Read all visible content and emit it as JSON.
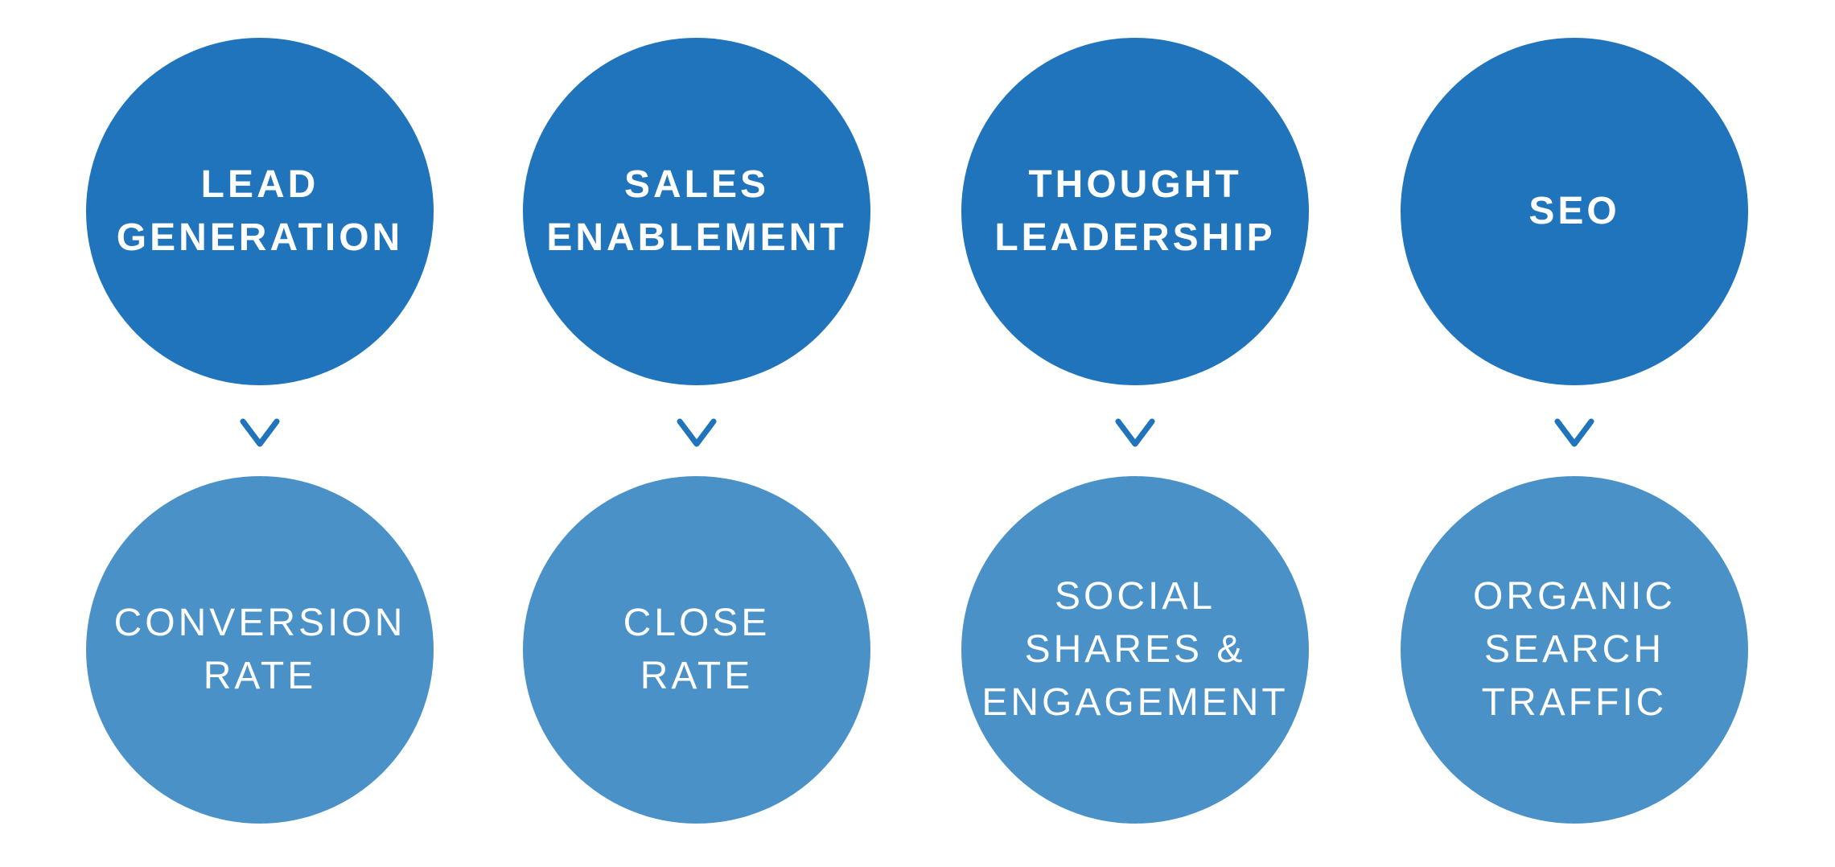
{
  "colors": {
    "top": "#1f74bb",
    "bottom": "#4a91c8",
    "arrow": "#1f74bb"
  },
  "columns": [
    {
      "strategy": [
        "LEAD",
        "GENERATION"
      ],
      "metric": [
        "CONVERSION",
        "RATE"
      ]
    },
    {
      "strategy": [
        "SALES",
        "ENABLEMENT"
      ],
      "metric": [
        "CLOSE",
        "RATE"
      ]
    },
    {
      "strategy": [
        "THOUGHT",
        "LEADERSHIP"
      ],
      "metric": [
        "SOCIAL",
        "SHARES &",
        "ENGAGEMENT"
      ]
    },
    {
      "strategy": [
        "SEO"
      ],
      "metric": [
        "ORGANIC",
        "SEARCH",
        "TRAFFIC"
      ]
    }
  ]
}
